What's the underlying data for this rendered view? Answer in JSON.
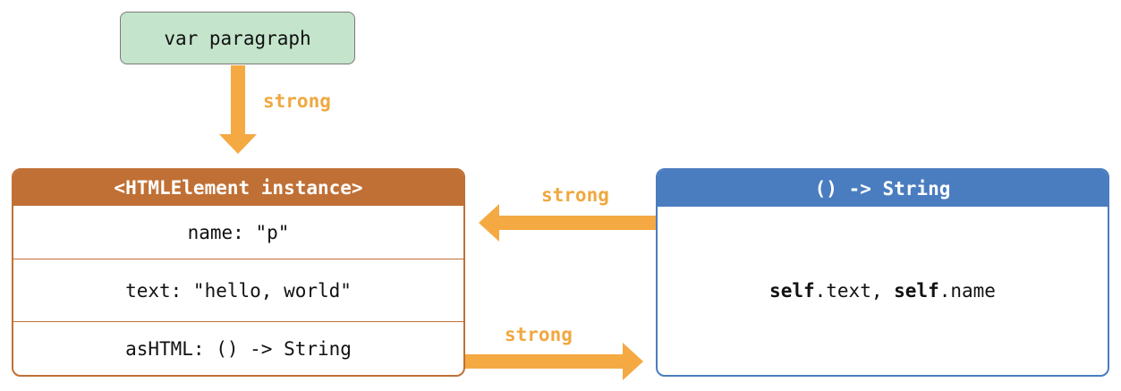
{
  "variable": {
    "label": "var paragraph"
  },
  "instance": {
    "title": "<HTMLElement instance>",
    "rows": [
      "name: \"p\"",
      "text: \"hello, world\"",
      "asHTML: () -> String"
    ]
  },
  "closure": {
    "title": "() -> String",
    "body": [
      {
        "kw": "self",
        "rest": ".text, "
      },
      {
        "kw": "self",
        "rest": ".name"
      }
    ]
  },
  "edges": [
    {
      "from": "var paragraph",
      "to": "<HTMLElement instance>",
      "label": "strong"
    },
    {
      "from": "() -> String",
      "to": "<HTMLElement instance>",
      "label": "strong"
    },
    {
      "from": "<HTMLElement instance>",
      "to": "() -> String",
      "label": "strong"
    }
  ],
  "colors": {
    "variable_fill": "#c4e4cc",
    "instance": "#c07035",
    "closure": "#4a7dbf",
    "arrow": "#f5a942"
  }
}
